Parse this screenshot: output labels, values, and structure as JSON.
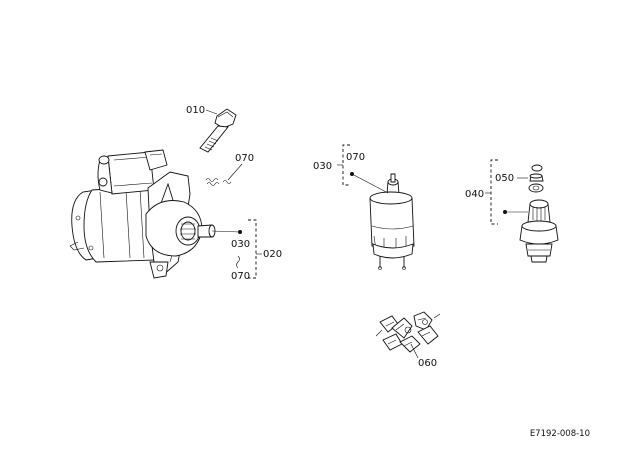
{
  "diagram": {
    "labels": {
      "bolt": "010",
      "small_part_starter": "070",
      "starter_030": "030",
      "starter_070": "070",
      "starter_assembly": "020",
      "solenoid_030": "030",
      "solenoid_070": "070",
      "kit_040": "040",
      "kit_050": "050",
      "brush_060": "060"
    },
    "reference_code": "E7192-008-10"
  }
}
